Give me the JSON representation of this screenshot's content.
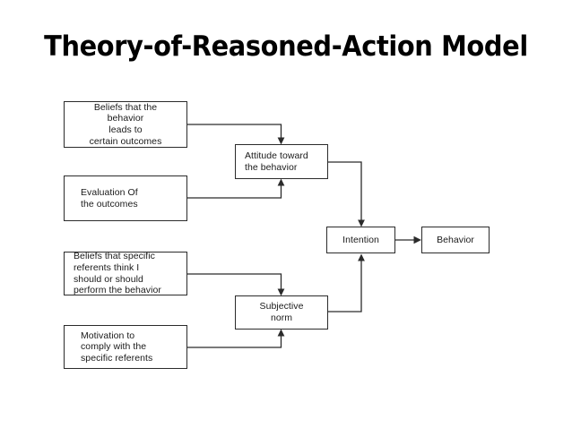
{
  "slide": {
    "title": "Theory-of-Reasoned-Action Model",
    "background_color": "#ffffff",
    "text_color": "#000000"
  },
  "diagram": {
    "type": "flowchart",
    "line_color": "#2b2b2b",
    "box_fill": "#ffffff",
    "nodes": [
      {
        "id": "beliefs-outcomes",
        "label": "Beliefs that the\nbehavior\nleads  to\ncertain  outcomes",
        "align": "center"
      },
      {
        "id": "evaluation",
        "label": "Evaluation Of\nthe outcomes",
        "align": "left"
      },
      {
        "id": "beliefs-referents",
        "label": "Beliefs that specific\nreferents think I\nshould or should\nperform the behavior",
        "align": "mid"
      },
      {
        "id": "motivation",
        "label": "Motivation to\ncomply with the\nspecific referents",
        "align": "left"
      },
      {
        "id": "attitude",
        "label": "Attitude toward\nthe behavior",
        "align": "mid"
      },
      {
        "id": "subjective-norm",
        "label": "Subjective\nnorm",
        "align": "center"
      },
      {
        "id": "intention",
        "label": "Intention",
        "align": "center"
      },
      {
        "id": "behavior",
        "label": "Behavior",
        "align": "center"
      }
    ],
    "edges": [
      {
        "id": "beliefs-outcomes-to-attitude",
        "from": "beliefs-outcomes",
        "to": "attitude",
        "arrow": "down"
      },
      {
        "id": "evaluation-to-attitude",
        "from": "evaluation",
        "to": "attitude",
        "arrow": "up"
      },
      {
        "id": "beliefs-referents-to-norm",
        "from": "beliefs-referents",
        "to": "subjective-norm",
        "arrow": "down"
      },
      {
        "id": "motivation-to-norm",
        "from": "motivation",
        "to": "subjective-norm",
        "arrow": "up"
      },
      {
        "id": "attitude-to-intention",
        "from": "attitude",
        "to": "intention",
        "arrow": "down"
      },
      {
        "id": "norm-to-intention",
        "from": "subjective-norm",
        "to": "intention",
        "arrow": "up"
      },
      {
        "id": "intention-to-behavior",
        "from": "intention",
        "to": "behavior",
        "arrow": "right"
      }
    ]
  }
}
